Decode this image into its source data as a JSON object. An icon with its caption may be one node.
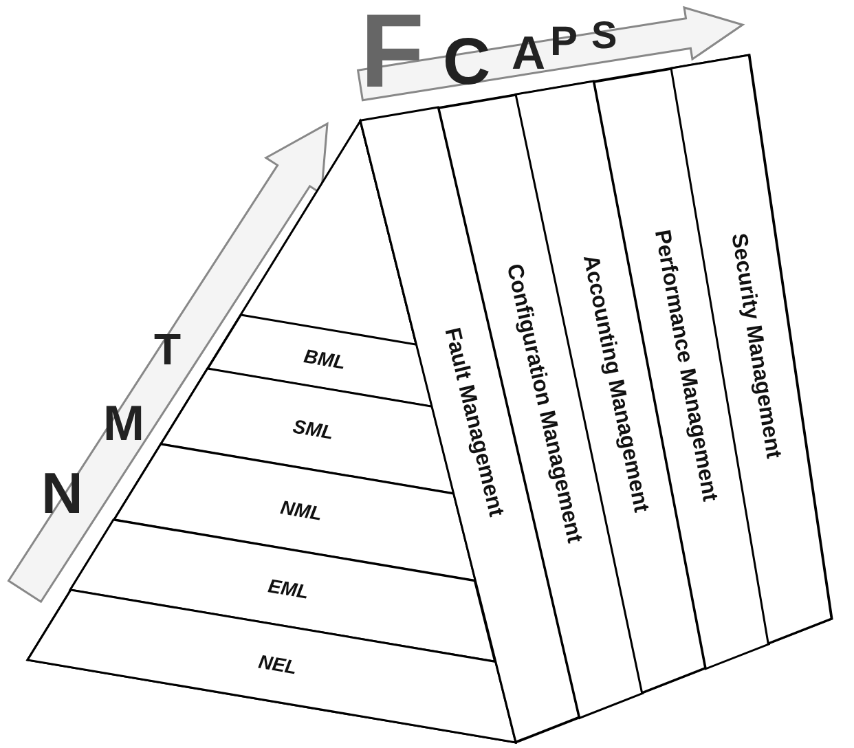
{
  "diagram": {
    "nodes": [
      {
        "text": [
          "BML"
        ]
      },
      {
        "text": [
          "SML"
        ]
      },
      {
        "text": [
          "NML"
        ]
      },
      {
        "text": [
          "EML"
        ]
      },
      {
        "text": [
          "NEL"
        ]
      },
      {
        "text": [
          "Fault Management"
        ]
      },
      {
        "text": [
          "Configuration Management"
        ]
      },
      {
        "text": [
          "Accounting Management"
        ]
      },
      {
        "text": [
          "Performance Management"
        ]
      },
      {
        "text": [
          "Security Management"
        ]
      }
    ],
    "labels": [
      "T",
      "M",
      "N",
      "F",
      "C",
      "A",
      "P",
      "S"
    ]
  }
}
